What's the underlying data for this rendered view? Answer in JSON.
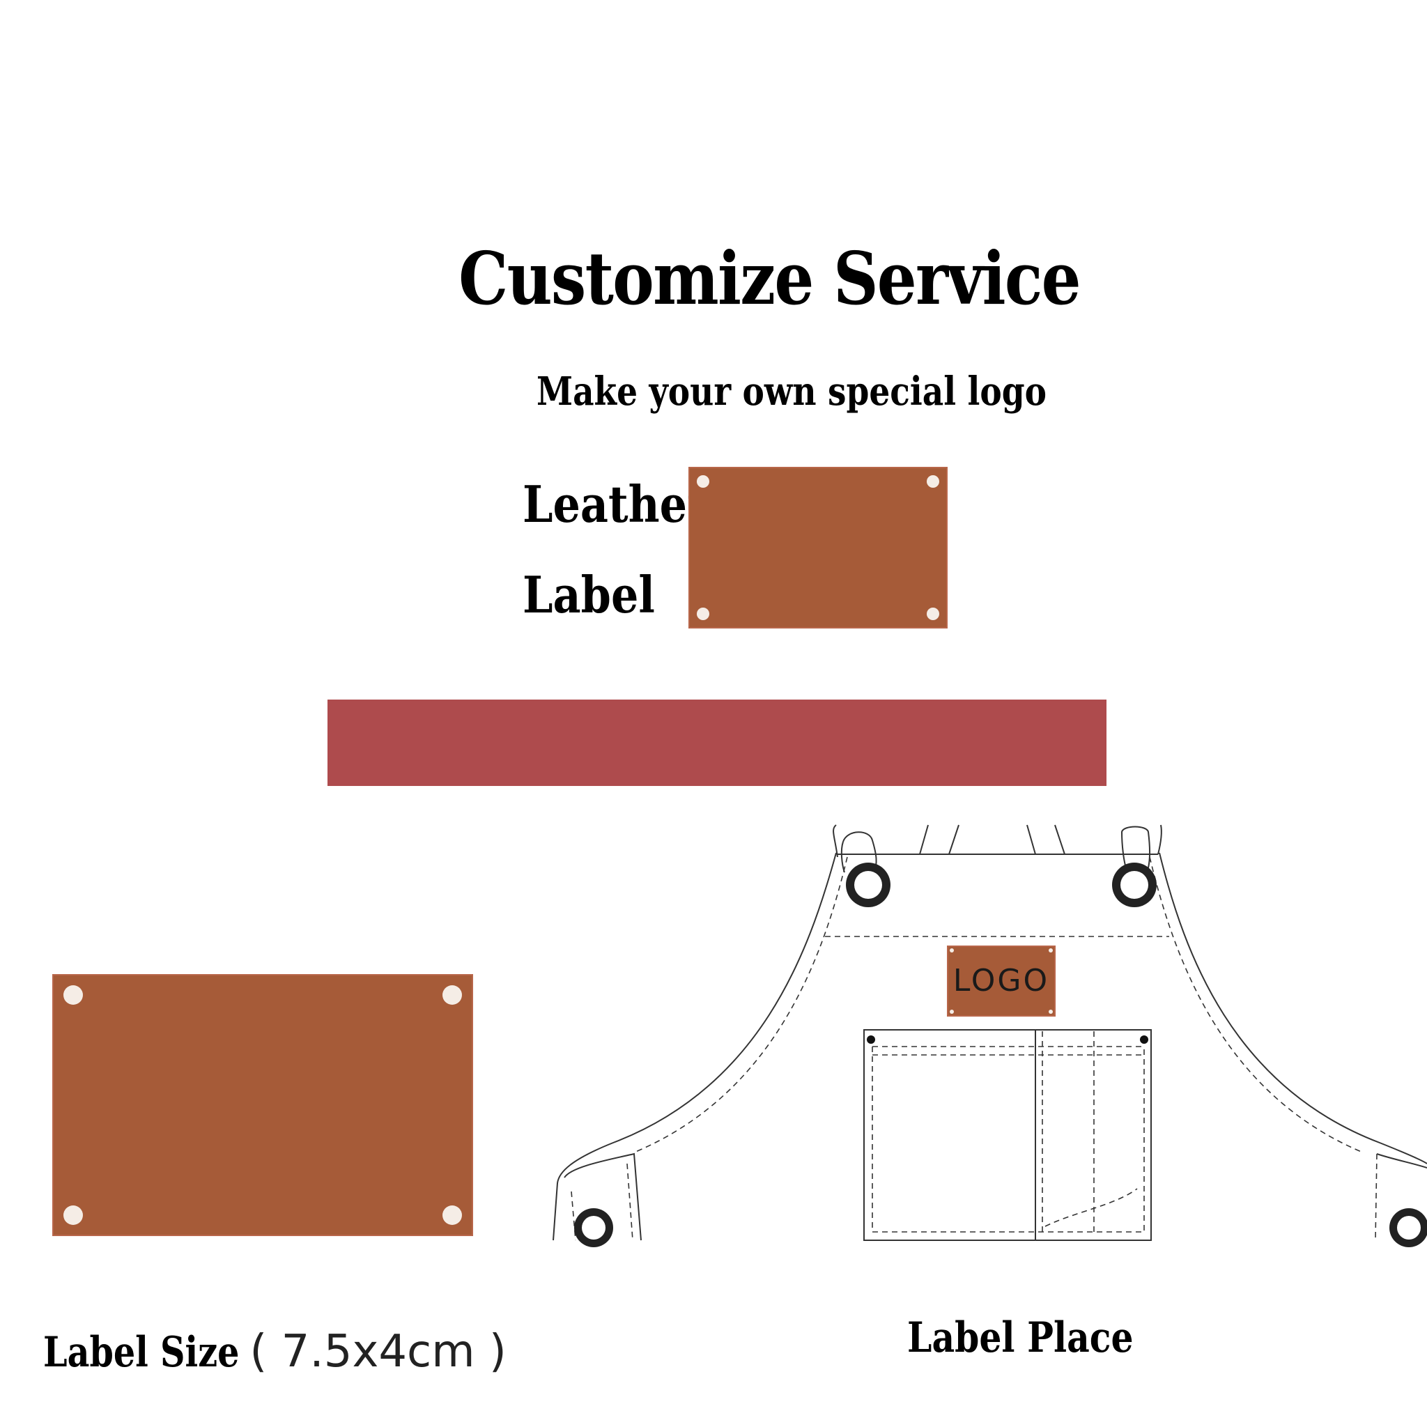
{
  "title": "Customize Service",
  "subtitle": "Make your own special logo",
  "leather_label": {
    "line1": "Leather",
    "line2": "Label"
  },
  "apron": {
    "logo_text": "LOGO"
  },
  "footer": {
    "size_label": "Label Size",
    "size_value": "( 7.5x4cm )",
    "place_label": "Label Place"
  },
  "colors": {
    "leather": "#a65b38",
    "band": "#ae4b4d",
    "rivet": "#f5ede6"
  }
}
